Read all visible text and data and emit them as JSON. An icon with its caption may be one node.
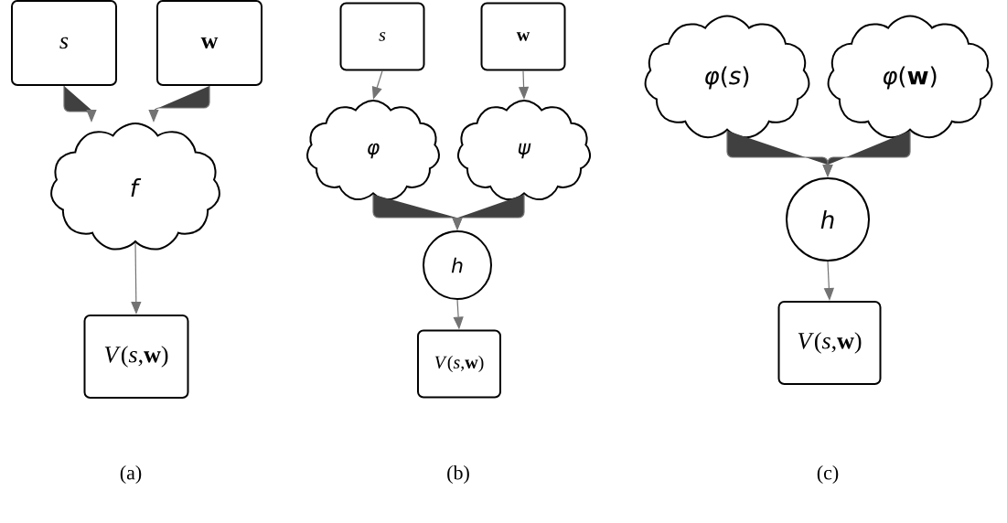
{
  "diagram": {
    "nodes": [
      {
        "text": [
          "*s*"
        ]
      },
      {
        "text": [
          "**w**"
        ]
      },
      {
        "text": [
          "*f*"
        ]
      },
      {
        "text": [
          "*V*(*s*,**w**)"
        ]
      },
      {
        "text": [
          "*s*"
        ]
      },
      {
        "text": [
          "**w**"
        ]
      },
      {
        "text": [
          "*φ*"
        ]
      },
      {
        "text": [
          "*ψ*"
        ]
      },
      {
        "text": [
          "*h*"
        ]
      },
      {
        "text": [
          "*V*(*s*,**w**)"
        ]
      },
      {
        "text": [
          "*φ*(*s*)"
        ]
      },
      {
        "text": [
          "*φ*(**w**)"
        ]
      },
      {
        "text": [
          "*h*"
        ]
      },
      {
        "text": [
          "*V*(*s*,**w**)"
        ]
      }
    ],
    "edges": [
      {
        "from": 0,
        "to": 2,
        "arrow": "to"
      },
      {
        "from": 1,
        "to": 2,
        "arrow": "to"
      },
      {
        "from": 2,
        "to": 3,
        "arrow": "to"
      },
      {
        "from": 4,
        "to": 6,
        "arrow": "to"
      },
      {
        "from": 5,
        "to": 7,
        "arrow": "to"
      },
      {
        "from": 6,
        "to": 8,
        "arrow": "to"
      },
      {
        "from": 7,
        "to": 8,
        "arrow": "to"
      },
      {
        "from": 8,
        "to": 9,
        "arrow": "to"
      },
      {
        "from": 10,
        "to": 12,
        "arrow": "to"
      },
      {
        "from": 11,
        "to": 12,
        "arrow": "to"
      },
      {
        "from": 12,
        "to": 13,
        "arrow": "to"
      }
    ],
    "labels": [
      "(a)",
      "(b)",
      "(c)"
    ]
  }
}
